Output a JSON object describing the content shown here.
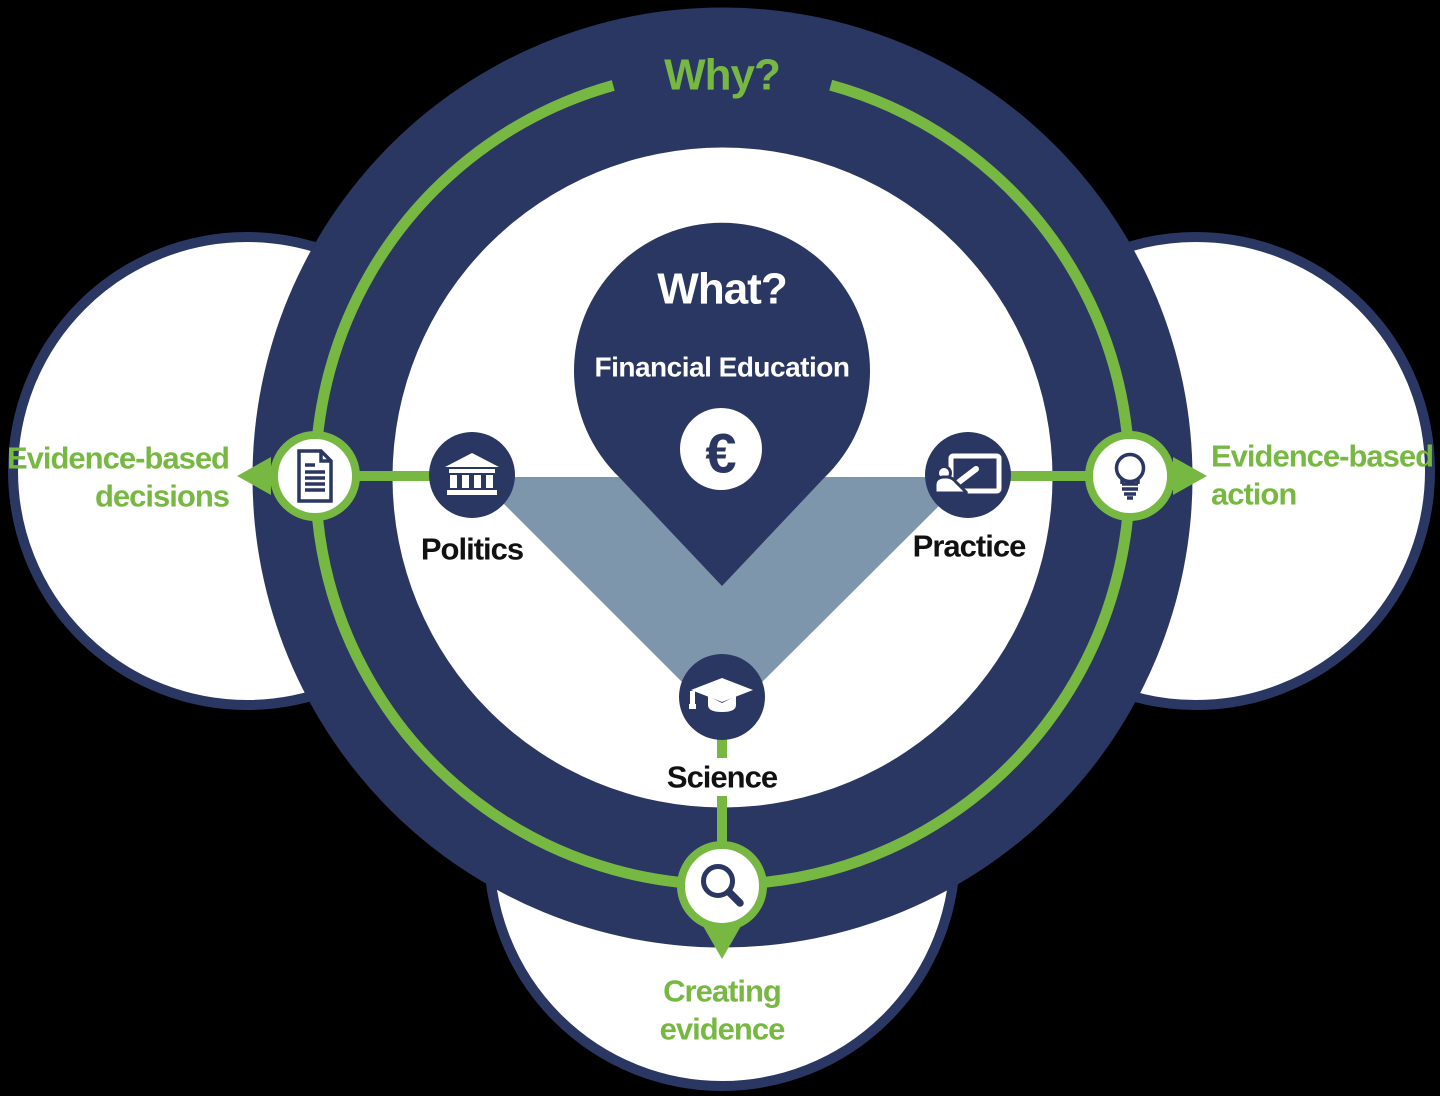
{
  "theme": {
    "bg": "#000000",
    "navy": "#2A3762",
    "green": "#77B843",
    "slate": "#7E96AC",
    "white": "#ffffff",
    "labelblack": "#111111"
  },
  "center": {
    "why": "Why?",
    "what": "What?",
    "subject": "Financial Education",
    "currency": "€"
  },
  "nodes": {
    "politics": "Politics",
    "practice": "Practice",
    "science": "Science"
  },
  "outcomes": {
    "left": {
      "lines": [
        "Evidence-based",
        "decisions"
      ]
    },
    "right": {
      "lines": [
        "Evidence-based",
        "action"
      ]
    },
    "bottom": {
      "lines": [
        "Creating",
        "evidence"
      ]
    }
  },
  "icons": {
    "politics": "bank-icon",
    "practice": "presentation-icon",
    "science": "graduation-cap-icon",
    "left": "document-icon",
    "right": "lightbulb-icon",
    "bottom": "magnifier-icon",
    "center": "euro-icon"
  }
}
